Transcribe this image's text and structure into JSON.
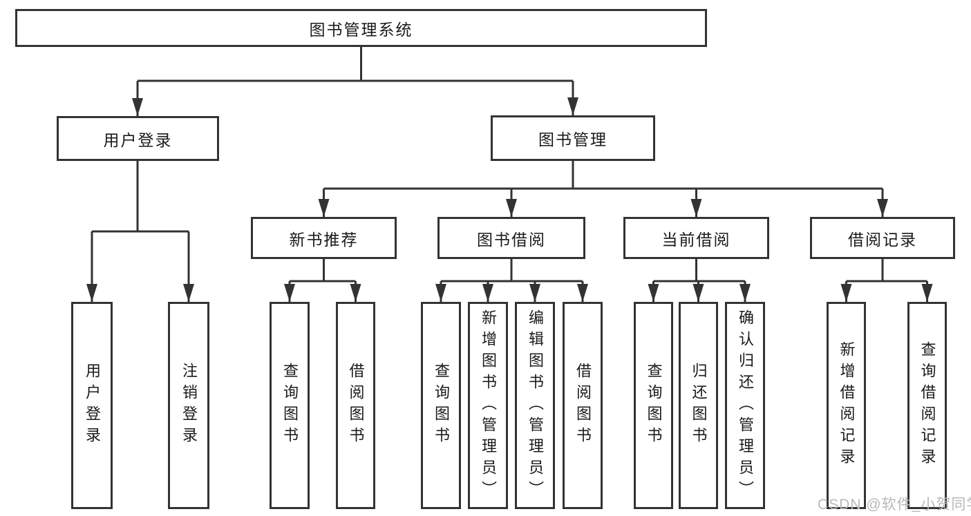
{
  "diagram": {
    "nodes": {
      "root": "图书管理系统",
      "user_login": "用户登录",
      "book_mgmt": "图书管理",
      "new_book_rec": "新书推荐",
      "book_borrow": "图书借阅",
      "current_borrow": "当前借阅",
      "borrow_records": "借阅记录",
      "login": "用户登录",
      "logout": "注销登录",
      "query_book_nb": "查询图书",
      "borrow_book_nb": "借阅图书",
      "query_book_bb": "查询图书",
      "add_book": "新增图书（管理员）",
      "edit_book": "编辑图书（管理员）",
      "borrow_book_bb": "借阅图书",
      "query_book_cb": "查询图书",
      "return_book": "归还图书",
      "confirm_return": "确认归还（管理员）",
      "add_borrow_record": "新增借阅记录",
      "query_borrow_record": "查询借阅记录"
    },
    "line_color": "#333333",
    "watermark": "CSDN @软件_小贺同学"
  }
}
